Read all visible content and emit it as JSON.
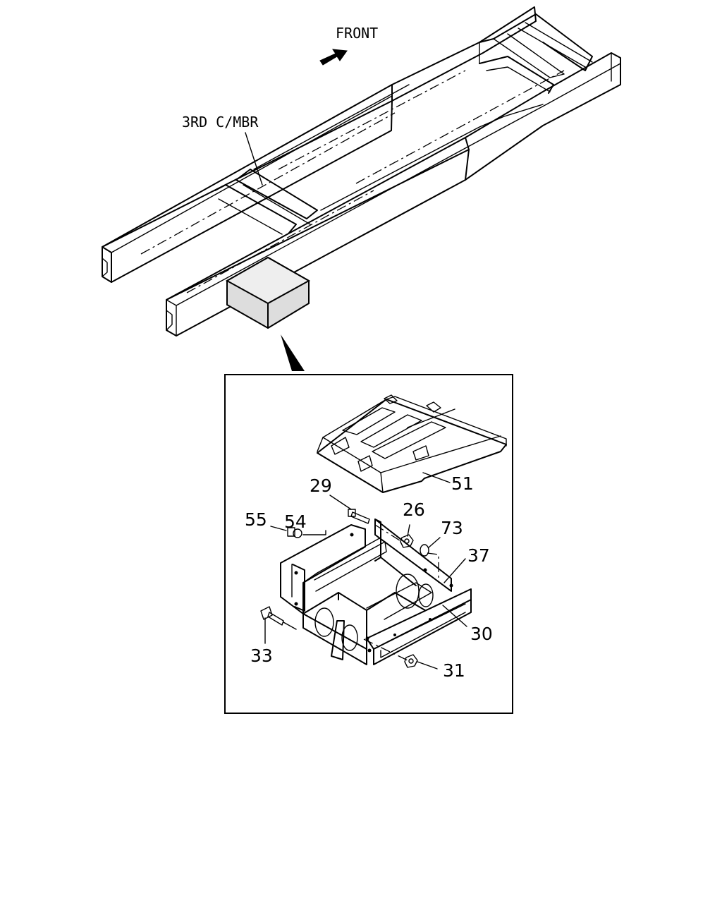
{
  "header": {
    "direction_label": "FRONT",
    "crossmember_label": "3RD C/MBR"
  },
  "detail": {
    "callouts": [
      "51",
      "29",
      "54",
      "26",
      "55",
      "73",
      "37",
      "30",
      "33",
      "31"
    ]
  },
  "icons": {
    "direction": "front-arrow-icon",
    "pointer": "detail-pointer-icon"
  },
  "colors": {
    "line": "#000000",
    "background": "#ffffff"
  }
}
